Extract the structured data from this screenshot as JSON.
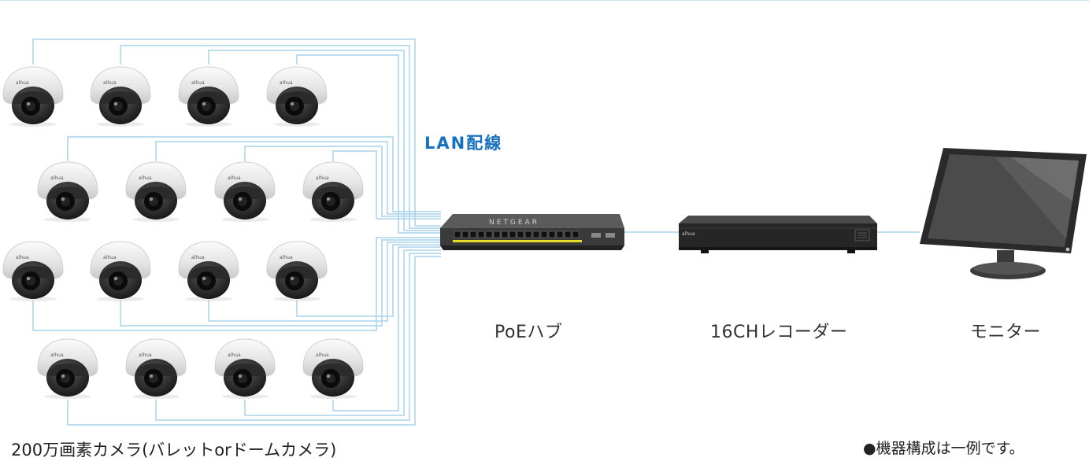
{
  "labels": {
    "lan": "LAN配線",
    "poe_hub": "PoEハブ",
    "recorder": "16CHレコーダー",
    "monitor": "モニター",
    "cameras": "200万画素カメラ(バレットorドームカメラ)",
    "note": "●機器構成は一例です。"
  },
  "devices": {
    "hub_brand": "NETGEAR",
    "recorder_brand": "alhua"
  },
  "colors": {
    "wire": "#a9d3ec",
    "lan_text": "#1670c0",
    "text": "#333333",
    "hub_body": "#3a3a3a",
    "hub_led": "#e6dc2a",
    "recorder_body": "#262626"
  },
  "camera_count": 16
}
